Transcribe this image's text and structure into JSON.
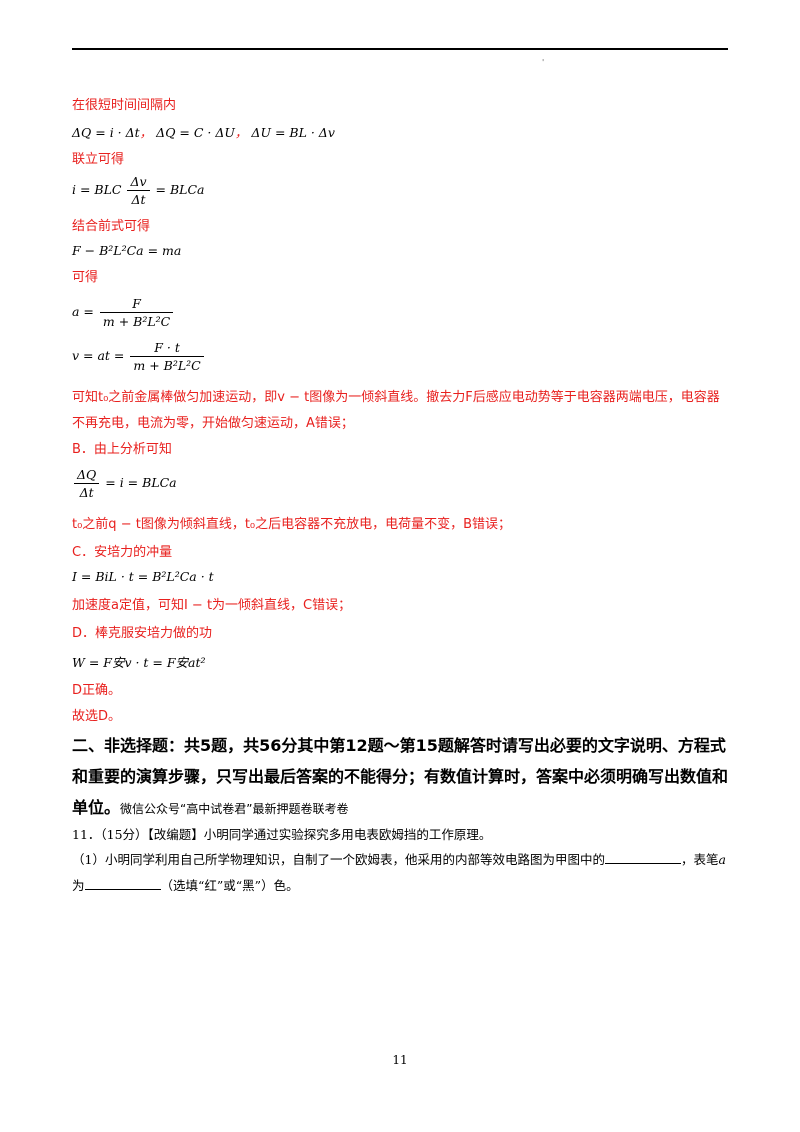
{
  "header": {
    "mark": "'"
  },
  "sol": {
    "l1": "在很短时间间隔内",
    "eq1": "ΔQ = i · Δt",
    "eq2": "ΔQ = C · ΔU",
    "eq3": "ΔU = BL · Δv",
    "sep": "，",
    "l2": "联立可得",
    "eq4_lhs": "i = BLC",
    "eq4_num": "Δv",
    "eq4_den": "Δt",
    "eq4_rhs": "= BLCa",
    "l3": "结合前式可得",
    "eq5": "F − B²L²Ca = ma",
    "l4": "可得",
    "eq6_lhs": "a =",
    "eq6_num": "F",
    "eq6_den": "m + B²L²C",
    "eq7_lhs": "v = at =",
    "eq7_num": "F · t",
    "eq7_den": "m + B²L²C",
    "p_a": "可知t₀之前金属棒做匀加速运动，即v − t图像为一倾斜直线。撤去力F后感应电动势等于电容器两端电压，电容器不再充电，电流为零，开始做匀速运动，A错误；",
    "b_head": "B．由上分析可知",
    "eq8_num": "ΔQ",
    "eq8_den": "Δt",
    "eq8_rhs": "= i = BLCa",
    "p_b": "t₀之前q − t图像为倾斜直线，t₀之后电容器不充放电，电荷量不变，B错误；",
    "c_head": "C．安培力的冲量",
    "eq9": "I = BiL · t = B²L²Ca · t",
    "p_c": "加速度a定值，可知I − t为一倾斜直线，C错误；",
    "d_head": "D．棒克服安培力做的功",
    "eq10": "W = F安v · t = F安at²",
    "p_d": "D正确。",
    "p_ans": "故选D。"
  },
  "section": {
    "title": "二、非选择题：共5题，共56分其中第12题～第15题解答时请写出必要的文字说明、方程式和重要的演算步骤，只写出最后答案的不能得分；有数值计算时，答案中必须明确写出数值和单位。",
    "note": "微信公众号“高中试卷君”最新押题卷联考卷"
  },
  "q11": {
    "head": "11．（15分）【改编题】小明同学通过实验探究多用电表欧姆挡的工作原理。",
    "p1_a": "（1）小明同学利用自己所学物理知识，自制了一个欧姆表，他采用的内部等效电路图为甲图中的",
    "p1_b": "，表笔",
    "p1_var": "a",
    "p1_c": "为",
    "p1_d": "（选填“红”或“黑”）色。"
  },
  "footer": {
    "page": "11"
  }
}
